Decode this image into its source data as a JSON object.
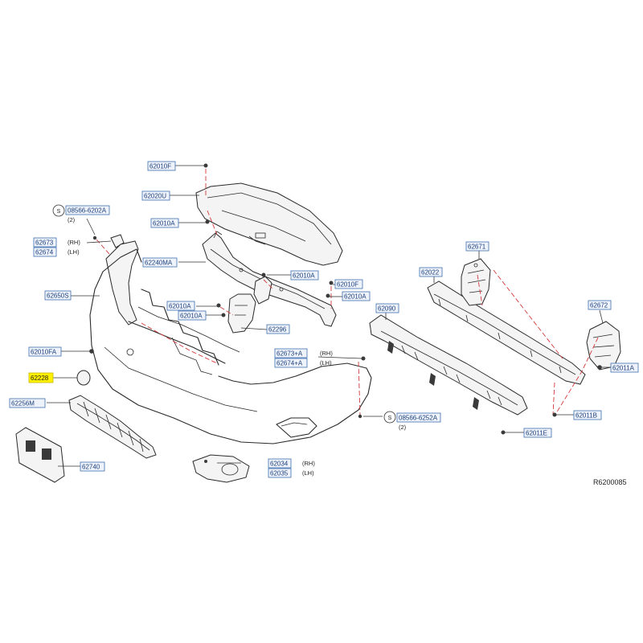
{
  "diagram": {
    "reference_code": "R6200085",
    "s_symbol": "S",
    "labels": {
      "p62010F_top": "62010F",
      "p62020U": "62020U",
      "p62010A_1": "62010A",
      "p08566_6202A": "08566-6202A",
      "qty_6202A": "(2)",
      "p62673": "62673",
      "rh_1": "(RH)",
      "p62674": "62674",
      "lh_1": "(LH)",
      "p62240MA": "62240MA",
      "p62010A_2": "62010A",
      "p62010F_2": "62010F",
      "p62010A_3": "62010A",
      "p62650S": "62650S",
      "p62010A_4": "62010A",
      "p62010A_5": "62010A",
      "p62296": "62296",
      "p62010FA": "62010FA",
      "p62228": "62228",
      "p62673A": "62673+A",
      "rh_2": "(RH)",
      "p62674A": "62674+A",
      "lh_2": "(LH)",
      "p62256M": "62256M",
      "p08566_6252A": "08566-6252A",
      "qty_6252A": "(2)",
      "p62740": "62740",
      "p62034": "62034",
      "rh_3": "(RH)",
      "p62035": "62035",
      "lh_3": "(LH)",
      "p62671": "62671",
      "p62022": "62022",
      "p62090": "62090",
      "p62672": "62672",
      "p62011A": "62011A",
      "p62011B": "62011B",
      "p62011E": "62011E"
    },
    "highlight_color": "#fff200",
    "label_color": "#1d3f7a",
    "dash_color": "#d23a3a"
  }
}
